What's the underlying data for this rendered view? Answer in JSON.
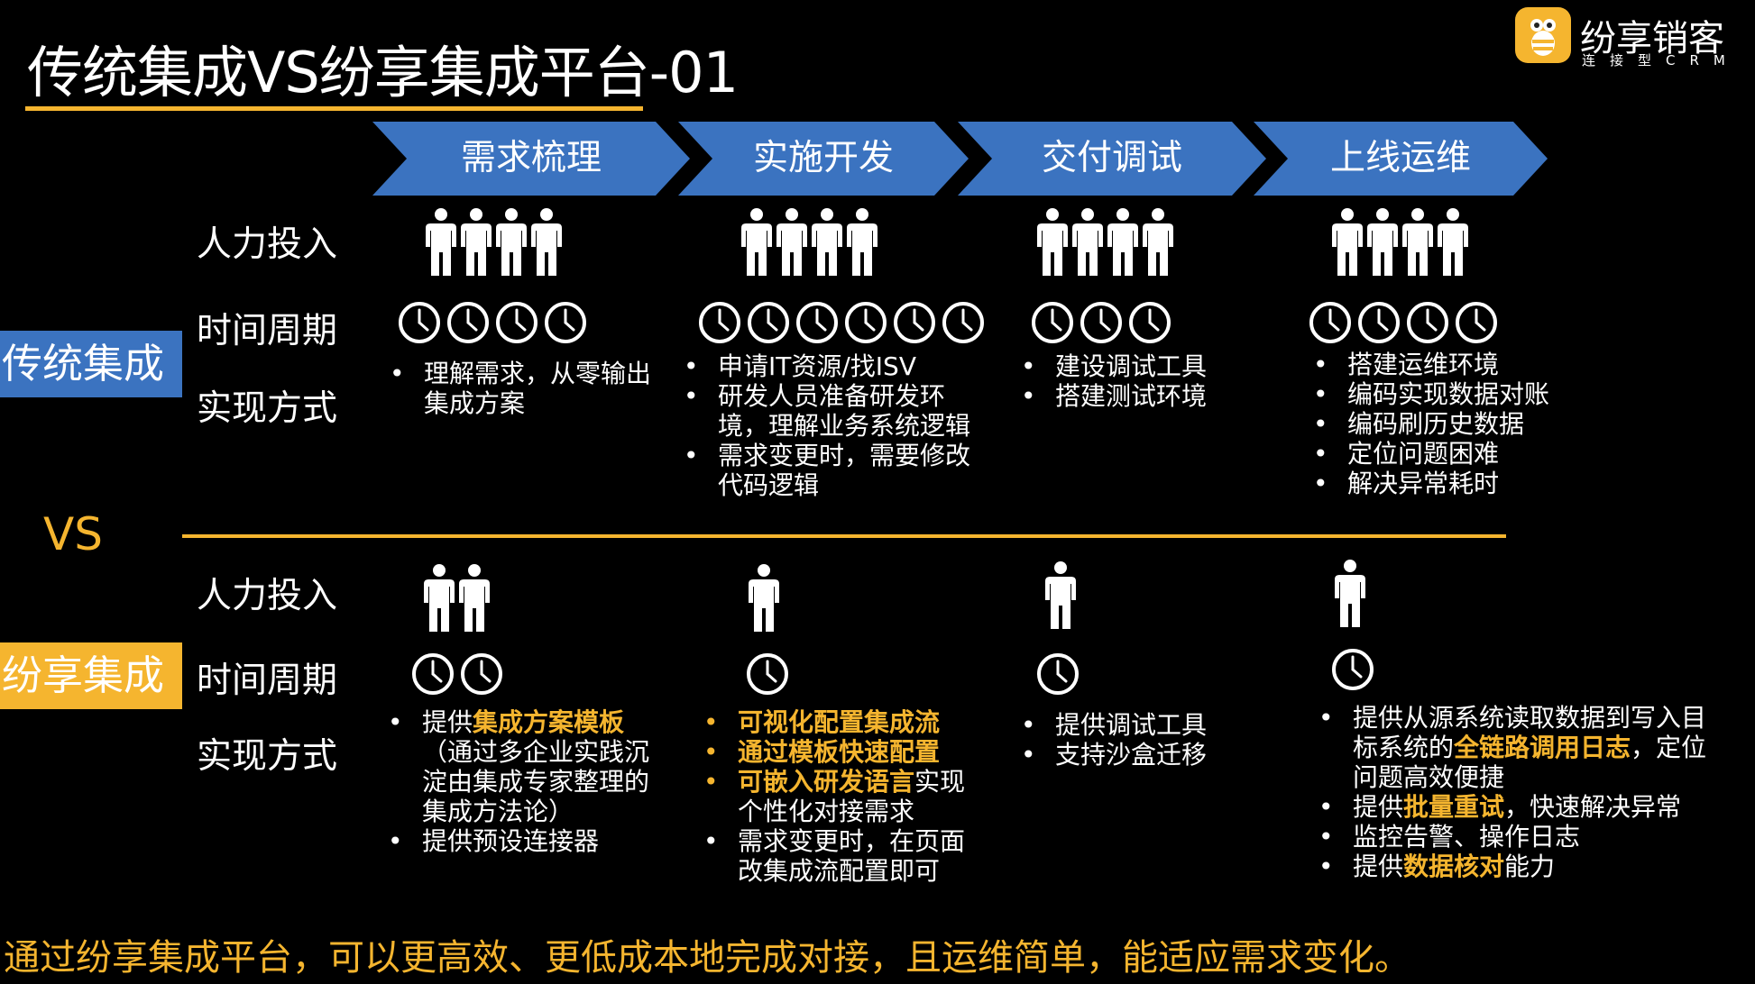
{
  "title": "传统集成VS纷享集成平台-01",
  "logo": {
    "name": "纷享销客",
    "sub": "连接型CRM",
    "brand_color": "#f5b52f"
  },
  "accent_color": "#f5b52f",
  "stage_color": "#3b73c0",
  "stages": [
    "需求梳理",
    "实施开发",
    "交付调试",
    "上线运维"
  ],
  "traditional": {
    "label": "传统集成",
    "row_labels": {
      "people": "人力投入",
      "time": "时间周期",
      "method": "实现方式"
    },
    "people_counts": [
      4,
      4,
      4,
      4
    ],
    "clock_counts": [
      4,
      6,
      3,
      4
    ],
    "methods": [
      [
        {
          "text": "理解需求，从零输出集成方案"
        }
      ],
      [
        {
          "text": "申请IT资源/找ISV"
        },
        {
          "text": "研发人员准备研发环境，理解业务系统逻辑"
        },
        {
          "text": "需求变更时，需要修改代码逻辑"
        }
      ],
      [
        {
          "text": "建设调试工具"
        },
        {
          "text": "搭建测试环境"
        }
      ],
      [
        {
          "text": "搭建运维环境"
        },
        {
          "text": "编码实现数据对账"
        },
        {
          "text": "编码刷历史数据"
        },
        {
          "text": "定位问题困难"
        },
        {
          "text": "解决异常耗时"
        }
      ]
    ]
  },
  "vs_label": "VS",
  "fenxiang": {
    "label": "纷享集成",
    "row_labels": {
      "people": "人力投入",
      "time": "时间周期",
      "method": "实现方式"
    },
    "people_counts": [
      2,
      1,
      1,
      1
    ],
    "clock_counts": [
      2,
      1,
      1,
      1
    ],
    "methods": [
      [
        {
          "pre": "提供",
          "hl": "集成方案模板",
          "post": "（通过多企业实践沉淀由集成专家整理的集成方法论）"
        },
        {
          "text": "提供预设连接器"
        }
      ],
      [
        {
          "hl": "可视化配置集成流",
          "orange_bullet": true
        },
        {
          "hl": "通过模板快速配置",
          "orange_bullet": true
        },
        {
          "hl": "可嵌入研发语言",
          "post": "实现个性化对接需求",
          "orange_bullet": true
        },
        {
          "text": "需求变更时，在页面改集成流配置即可"
        }
      ],
      [
        {
          "text": "提供调试工具"
        },
        {
          "text": "支持沙盒迁移"
        }
      ],
      [
        {
          "pre": "提供从源系统读取数据到写入目标系统的",
          "hl": "全链路调用日志",
          "post": "，定位问题高效便捷"
        },
        {
          "pre": "提供",
          "hl": "批量重试",
          "post": "，快速解决异常"
        },
        {
          "text": "监控告警、操作日志"
        },
        {
          "pre": "提供",
          "hl": "数据核对",
          "post": "能力"
        }
      ]
    ]
  },
  "conclusion": "通过纷享集成平台，可以更高效、更低成本地完成对接，且运维简单，能适应需求变化。"
}
